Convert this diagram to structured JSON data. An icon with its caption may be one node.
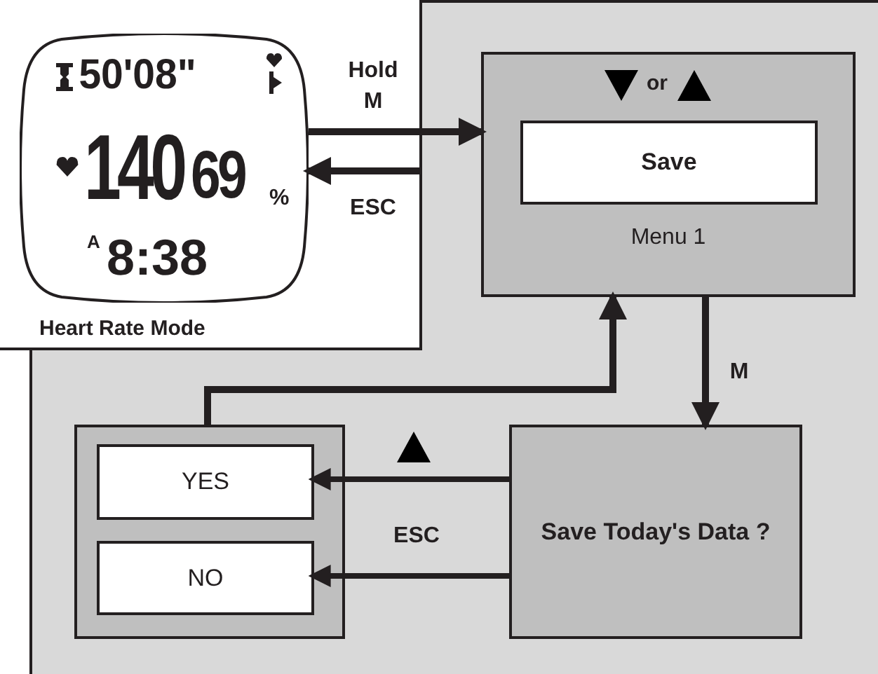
{
  "diagram": {
    "nodes": [
      {
        "text": [
          "50'08\"",
          "140",
          "69",
          "%",
          "A",
          "8:38"
        ],
        "beside": [
          "Heart Rate Mode"
        ]
      },
      {
        "text": [
          "or",
          "Menu 1"
        ]
      },
      {
        "text": [
          "Save"
        ],
        "in": 1
      },
      {
        "text": [
          "Save Today's Data ?"
        ]
      },
      {
        "text": [],
        "shape": "box"
      },
      {
        "text": [
          "YES"
        ],
        "in": 4
      },
      {
        "text": [
          "NO"
        ],
        "in": 4
      }
    ],
    "edges": [
      {
        "from": 0,
        "to": 1,
        "arrow": "to",
        "label": "Hold M"
      },
      {
        "from": null,
        "to": 0,
        "arrow": "to",
        "label": "ESC"
      },
      {
        "from": 1,
        "to": 3,
        "arrow": "to",
        "label": "M"
      },
      {
        "from": 4,
        "to": 1,
        "arrow": "to"
      },
      {
        "from": 3,
        "to": 5,
        "arrow": "to"
      },
      {
        "from": 3,
        "to": 6,
        "arrow": "to",
        "label": "ESC"
      }
    ]
  }
}
